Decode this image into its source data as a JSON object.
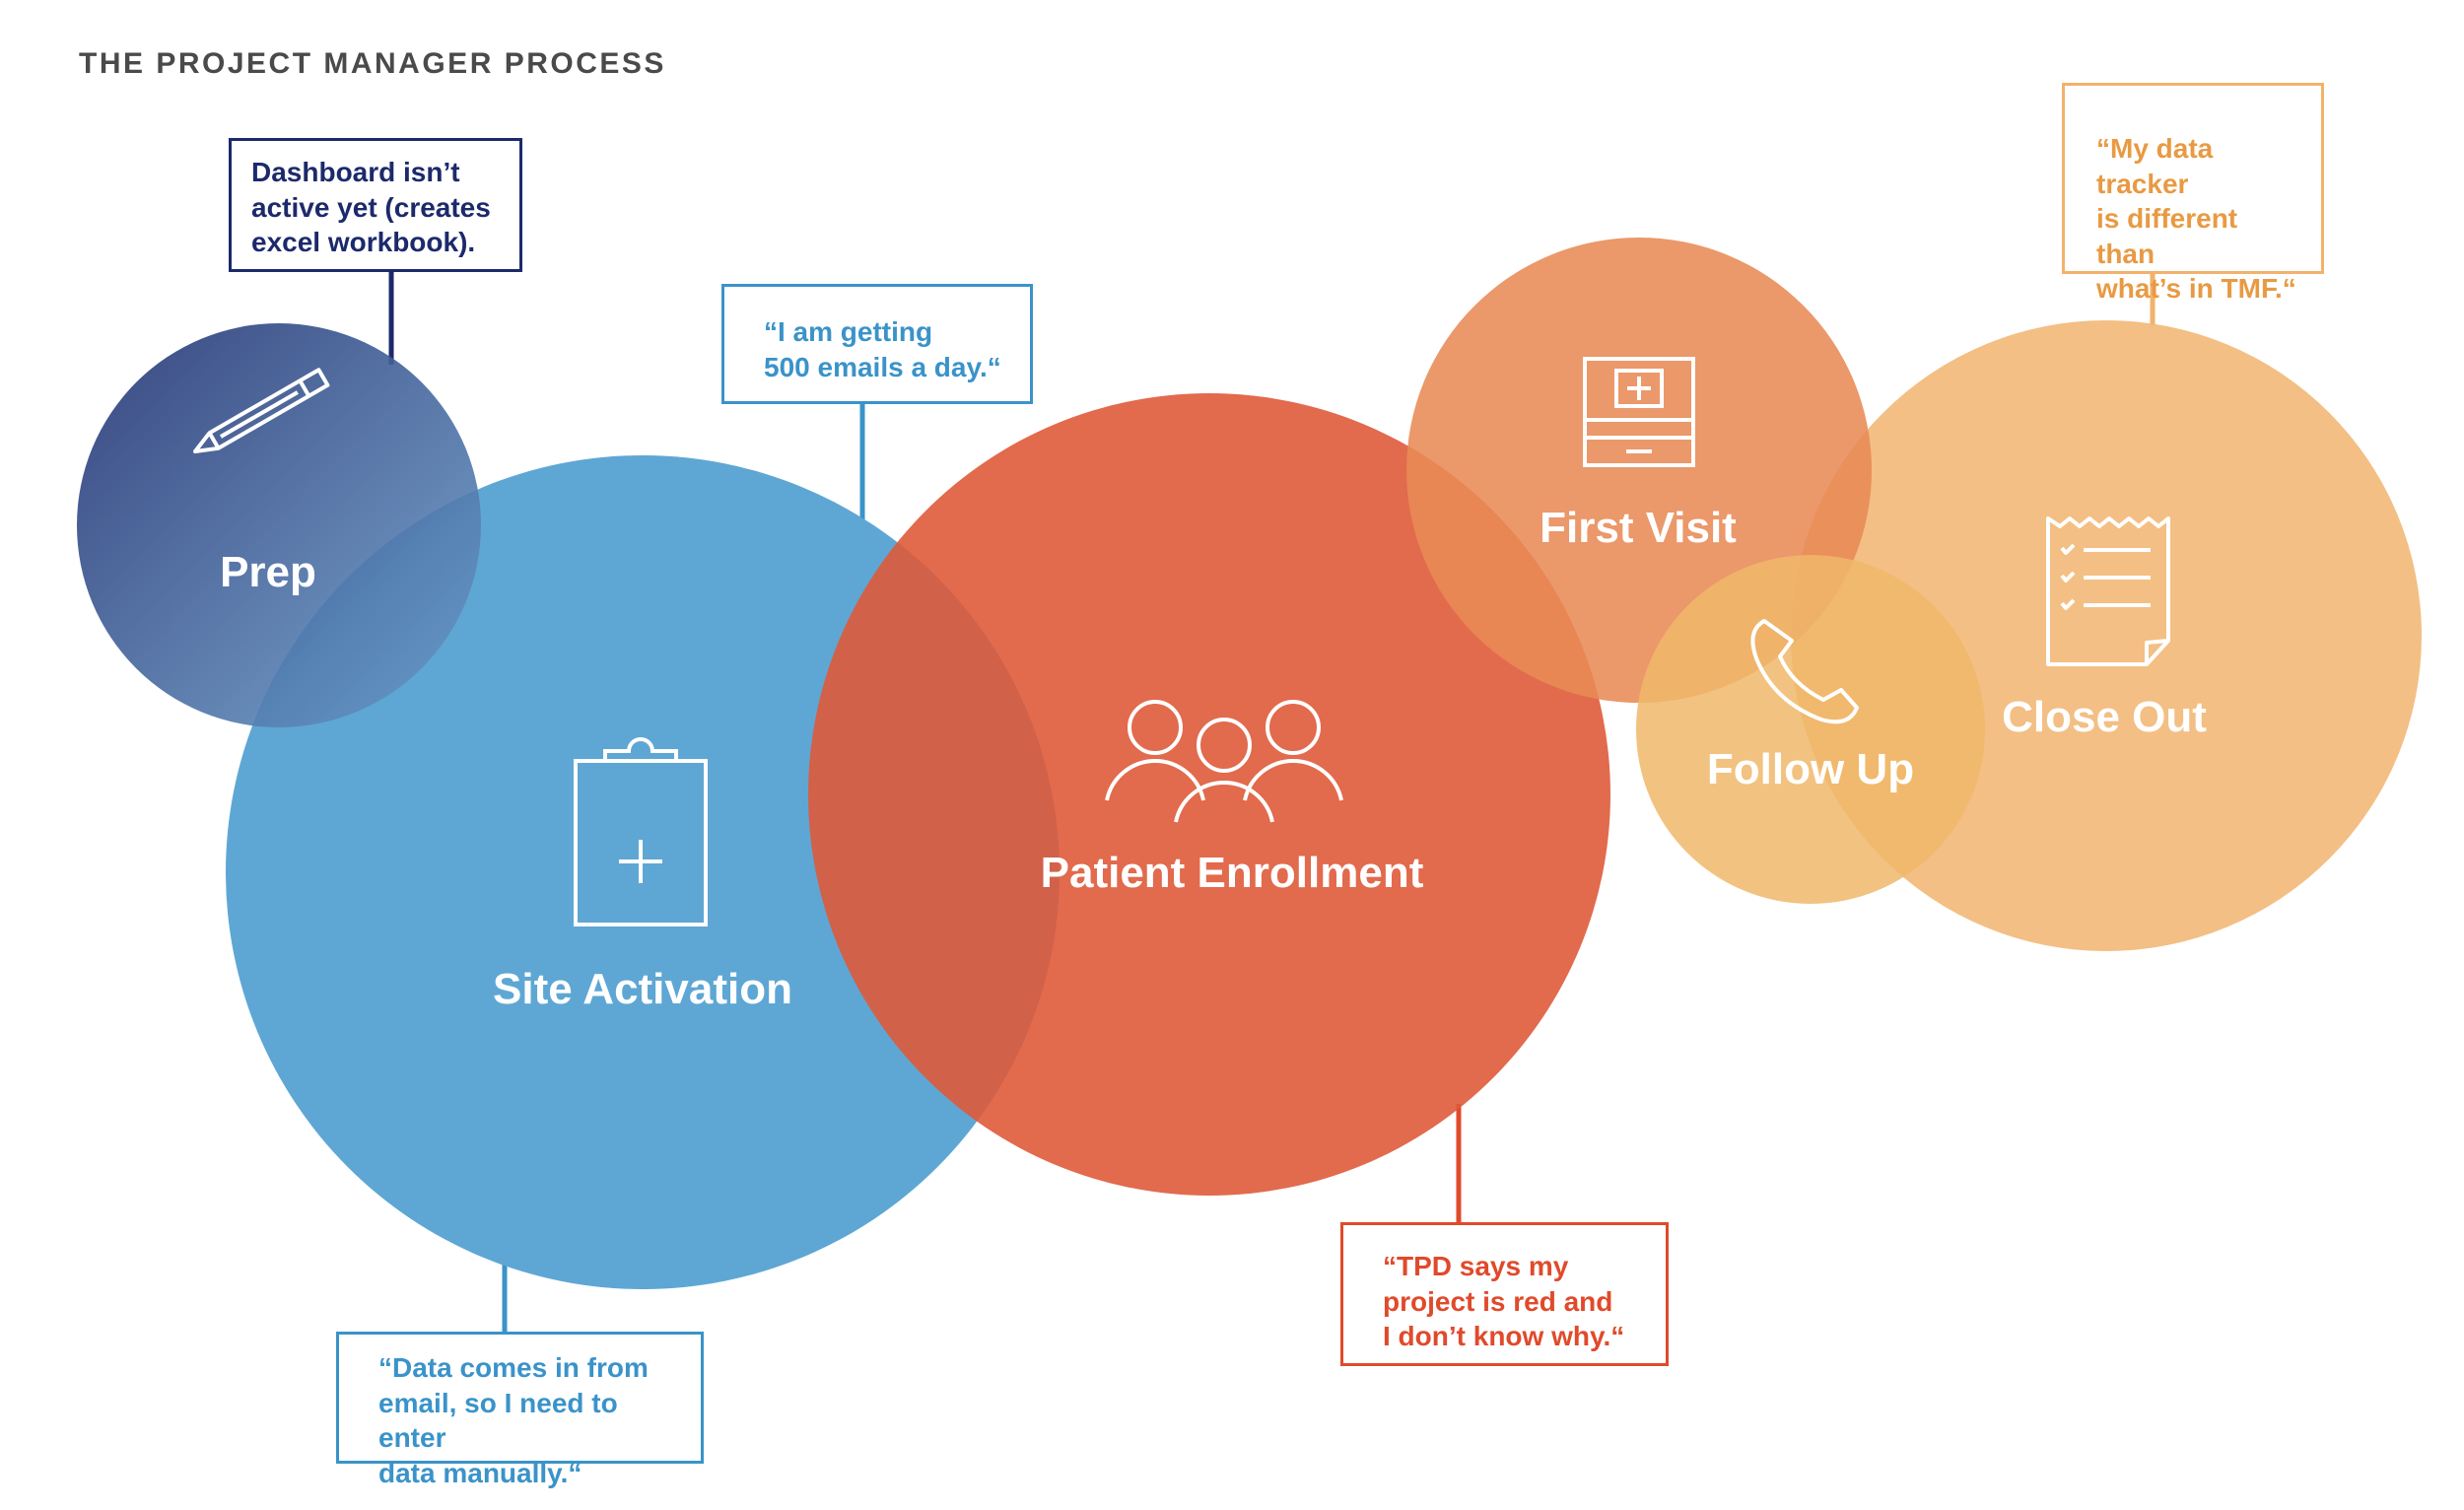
{
  "title": "THE PROJECT MANAGER PROCESS",
  "colors": {
    "prep_dark": "#2b3a7a",
    "prep_light": "#5b8ec0",
    "site_activation": "#5ea7d4",
    "patient_enrollment": "#df5a3a",
    "first_visit": "#e88a55",
    "follow_up": "#f0b76a",
    "close_out": "#f2b877"
  },
  "stages": [
    {
      "name": "Prep",
      "icon": "pencil-icon"
    },
    {
      "name": "Site Activation",
      "icon": "clipboard-plus-icon"
    },
    {
      "name": "Patient Enrollment",
      "icon": "people-group-icon"
    },
    {
      "name": "First Visit",
      "icon": "hospital-icon"
    },
    {
      "name": "Follow Up",
      "icon": "phone-icon"
    },
    {
      "name": "Close Out",
      "icon": "checklist-receipt-icon"
    }
  ],
  "quotes": {
    "prep": "Dashboard isn’t\nactive yet (creates\nexcel workbook).",
    "site_emails": "“I am getting\n500 emails a day.“",
    "site_data": "“Data comes in from\nemail, so I need to enter\ndata manually.“",
    "enrollment": "“TPD says my\nproject is red and\nI don’t know why.“",
    "close_out": "“My data tracker\nis different than\nwhat’s in TMF.“"
  }
}
